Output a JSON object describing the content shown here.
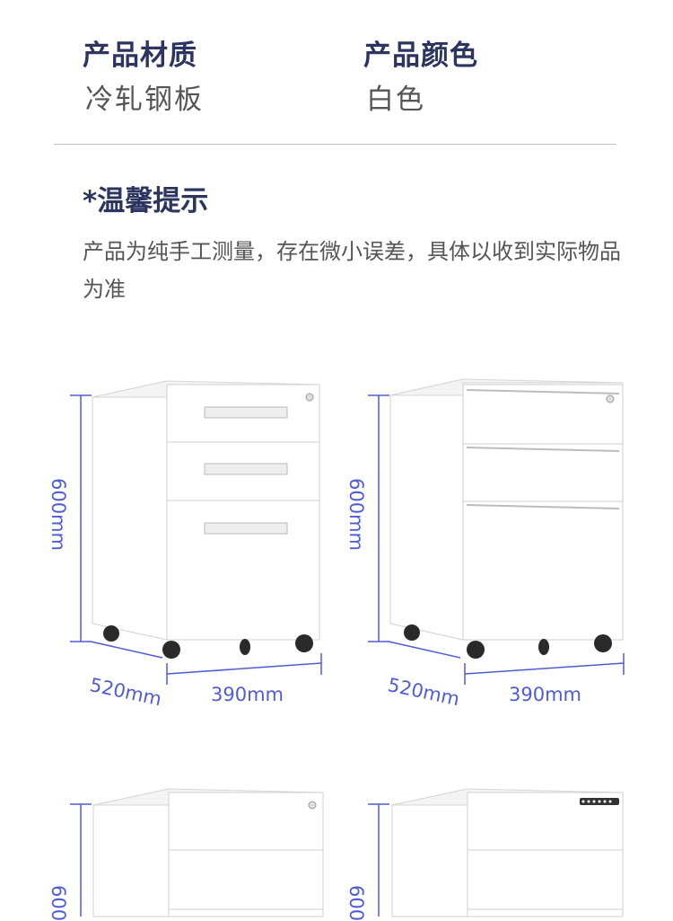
{
  "specs": {
    "material_label": "产品材质",
    "material_value": "冷轧钢板",
    "color_label": "产品颜色",
    "color_value": "白色"
  },
  "tip": {
    "title": "*温馨提示",
    "text": "产品为纯手工测量，存在微小误差，具体以收到实际物品为准"
  },
  "cabinets": [
    {
      "height": "600mm",
      "depth": "520mm",
      "width": "390mm",
      "style": "handles"
    },
    {
      "height": "600mm",
      "depth": "520mm",
      "width": "390mm",
      "style": "handleless"
    },
    {
      "height": "600",
      "style": "handles"
    },
    {
      "height": "600",
      "style": "keypad"
    }
  ],
  "colors": {
    "accent": "#4f5cd6",
    "title": "#2c3560",
    "body_text": "#555555"
  }
}
